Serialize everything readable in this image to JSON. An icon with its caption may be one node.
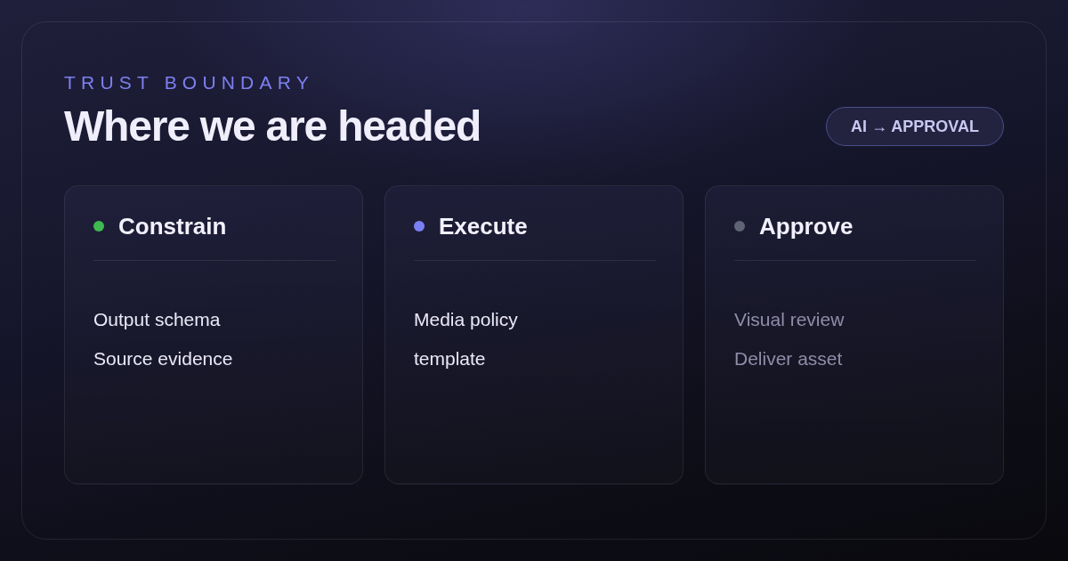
{
  "diagram": {
    "title": "Where we are headed",
    "nodes": [
      {
        "text": [
          "AI → APPROVAL"
        ]
      },
      {
        "text": [
          "Constrain",
          "Output schema",
          "Source evidence"
        ]
      },
      {
        "text": [
          "Execute",
          "Media policy",
          "template"
        ]
      },
      {
        "text": [
          "Approve",
          "Visual review",
          "Deliver asset"
        ]
      }
    ],
    "labels": [
      "TRUST BOUNDARY"
    ]
  }
}
